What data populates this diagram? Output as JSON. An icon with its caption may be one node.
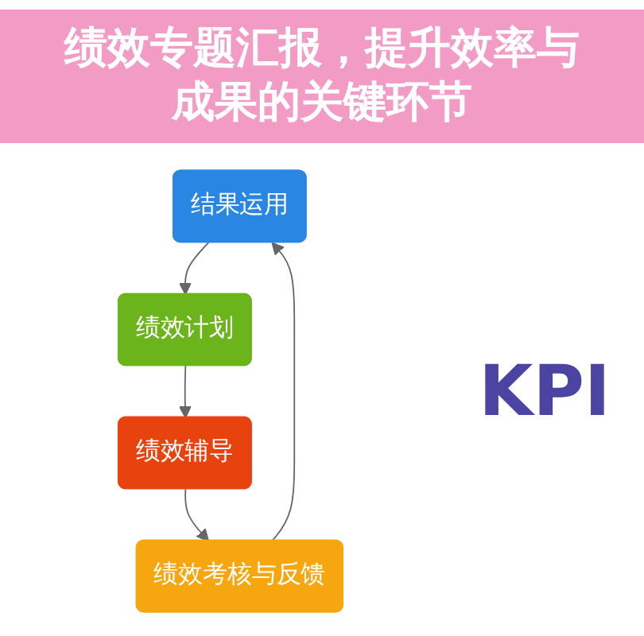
{
  "diagram": {
    "title": "绩效专题汇报，提升效率与成果的关键环节",
    "nodes": [
      {
        "text": [
          "结果运用"
        ]
      },
      {
        "text": [
          "绩效计划"
        ]
      },
      {
        "text": [
          "绩效考核与反馈"
        ]
      },
      {
        "text": [
          "绩效辅导"
        ]
      }
    ],
    "edges": [
      {
        "from": 0,
        "to": 1,
        "arrow": "to"
      },
      {
        "from": 1,
        "to": 3,
        "arrow": "to"
      },
      {
        "from": 3,
        "to": 2,
        "arrow": "to"
      },
      {
        "from": 2,
        "to": 0,
        "arrow": "to"
      }
    ],
    "labels": [
      "KPI"
    ]
  }
}
